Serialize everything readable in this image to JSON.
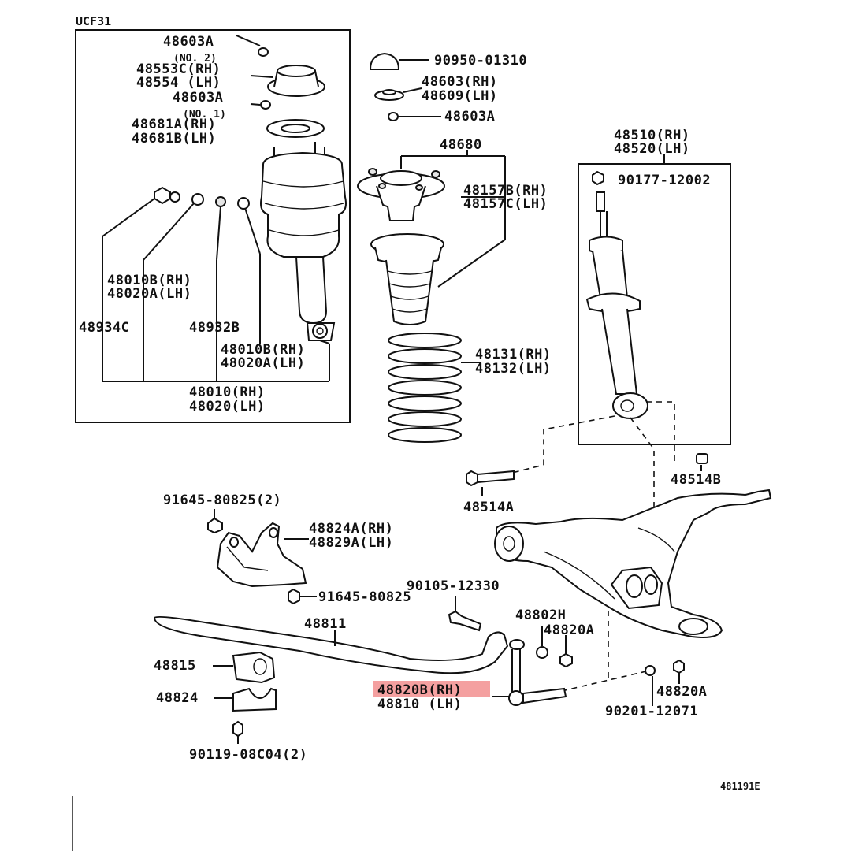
{
  "diagram_code": "UCF31",
  "figure_number": "481191E",
  "highlight_color": "#f08080",
  "parts": {
    "p48603A_top": "48603A",
    "no2": "(NO. 2)",
    "p48553C": "48553C(RH)",
    "p48554": "48554  (LH)",
    "p48603A_mid": "48603A",
    "no1": "(NO. 1)",
    "p48681A": "48681A(RH)",
    "p48681B": "48681B(LH)",
    "p48010B_1": "48010B(RH)",
    "p48020A_1": "48020A(LH)",
    "p48934C": "48934C",
    "p48932B": "48932B",
    "p48010B_2": "48010B(RH)",
    "p48020A_2": "48020A(LH)",
    "p48010": "48010(RH)",
    "p48020": "48020(LH)",
    "p90950": "90950-01310",
    "p48603": "48603(RH)",
    "p48609": "48609(LH)",
    "p48603A_r": "48603A",
    "p48680": "48680",
    "p48157B": "48157B(RH)",
    "p48157C": "48157C(LH)",
    "p48131": "48131(RH)",
    "p48132": "48132(LH)",
    "p48510": "48510(RH)",
    "p48520": "48520(LH)",
    "p90177": "90177-12002",
    "p48514B": "48514B",
    "p48514A": "48514A",
    "p91645_2": "91645-80825(2)",
    "p48824A": "48824A(RH)",
    "p48829A": "48829A(LH)",
    "p91645": "91645-80825",
    "p90105": "90105-12330",
    "p48811": "48811",
    "p48802H": "48802H",
    "p48820A_1": "48820A",
    "p48815": "48815",
    "p48824": "48824",
    "p48820B": "48820B(RH)",
    "p48810": "48810  (LH)",
    "p48820A_2": "48820A",
    "p90201": "90201-12071",
    "p90119": "90119-08C04(2)"
  }
}
